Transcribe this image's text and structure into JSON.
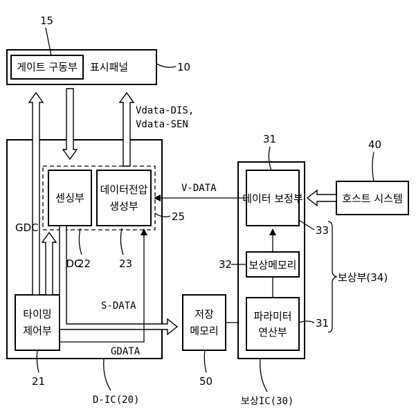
{
  "display_panel": {
    "number": "10",
    "label": "표시패널"
  },
  "gate_driver": {
    "number": "15",
    "label": "게이트 구동부"
  },
  "dic": {
    "label": "D-IC(20)"
  },
  "sensing": {
    "number": "22",
    "label": "센싱부"
  },
  "data_voltage_gen": {
    "number": "23",
    "line1": "데이터전압",
    "line2": "생성부"
  },
  "group_25": {
    "number": "25"
  },
  "timing_ctrl": {
    "number": "21",
    "line1": "타이밍",
    "line2": "제어부"
  },
  "storage_memory": {
    "number": "50",
    "line1": "저장",
    "line2": "메모리"
  },
  "comp_ic": {
    "label": "보상IC(30)"
  },
  "data_corrector": {
    "number": "31",
    "label": "데이터 보정부"
  },
  "comp_memory": {
    "number": "32",
    "label": "보상메모리"
  },
  "param_calc": {
    "number": "31",
    "line1": "파라미터",
    "line2": "연산부"
  },
  "comp_unit": {
    "number": "33",
    "label": "보상부(34)"
  },
  "host": {
    "number": "40",
    "label": "호스트 시스템"
  },
  "signals": {
    "gdc": "GDC",
    "ddc": "DDC",
    "vdata_dis": "Vdata-DIS,",
    "vdata_sen": "Vdata-SEN",
    "v_data": "V-DATA",
    "s_data": "S-DATA",
    "gdata": "GDATA"
  }
}
